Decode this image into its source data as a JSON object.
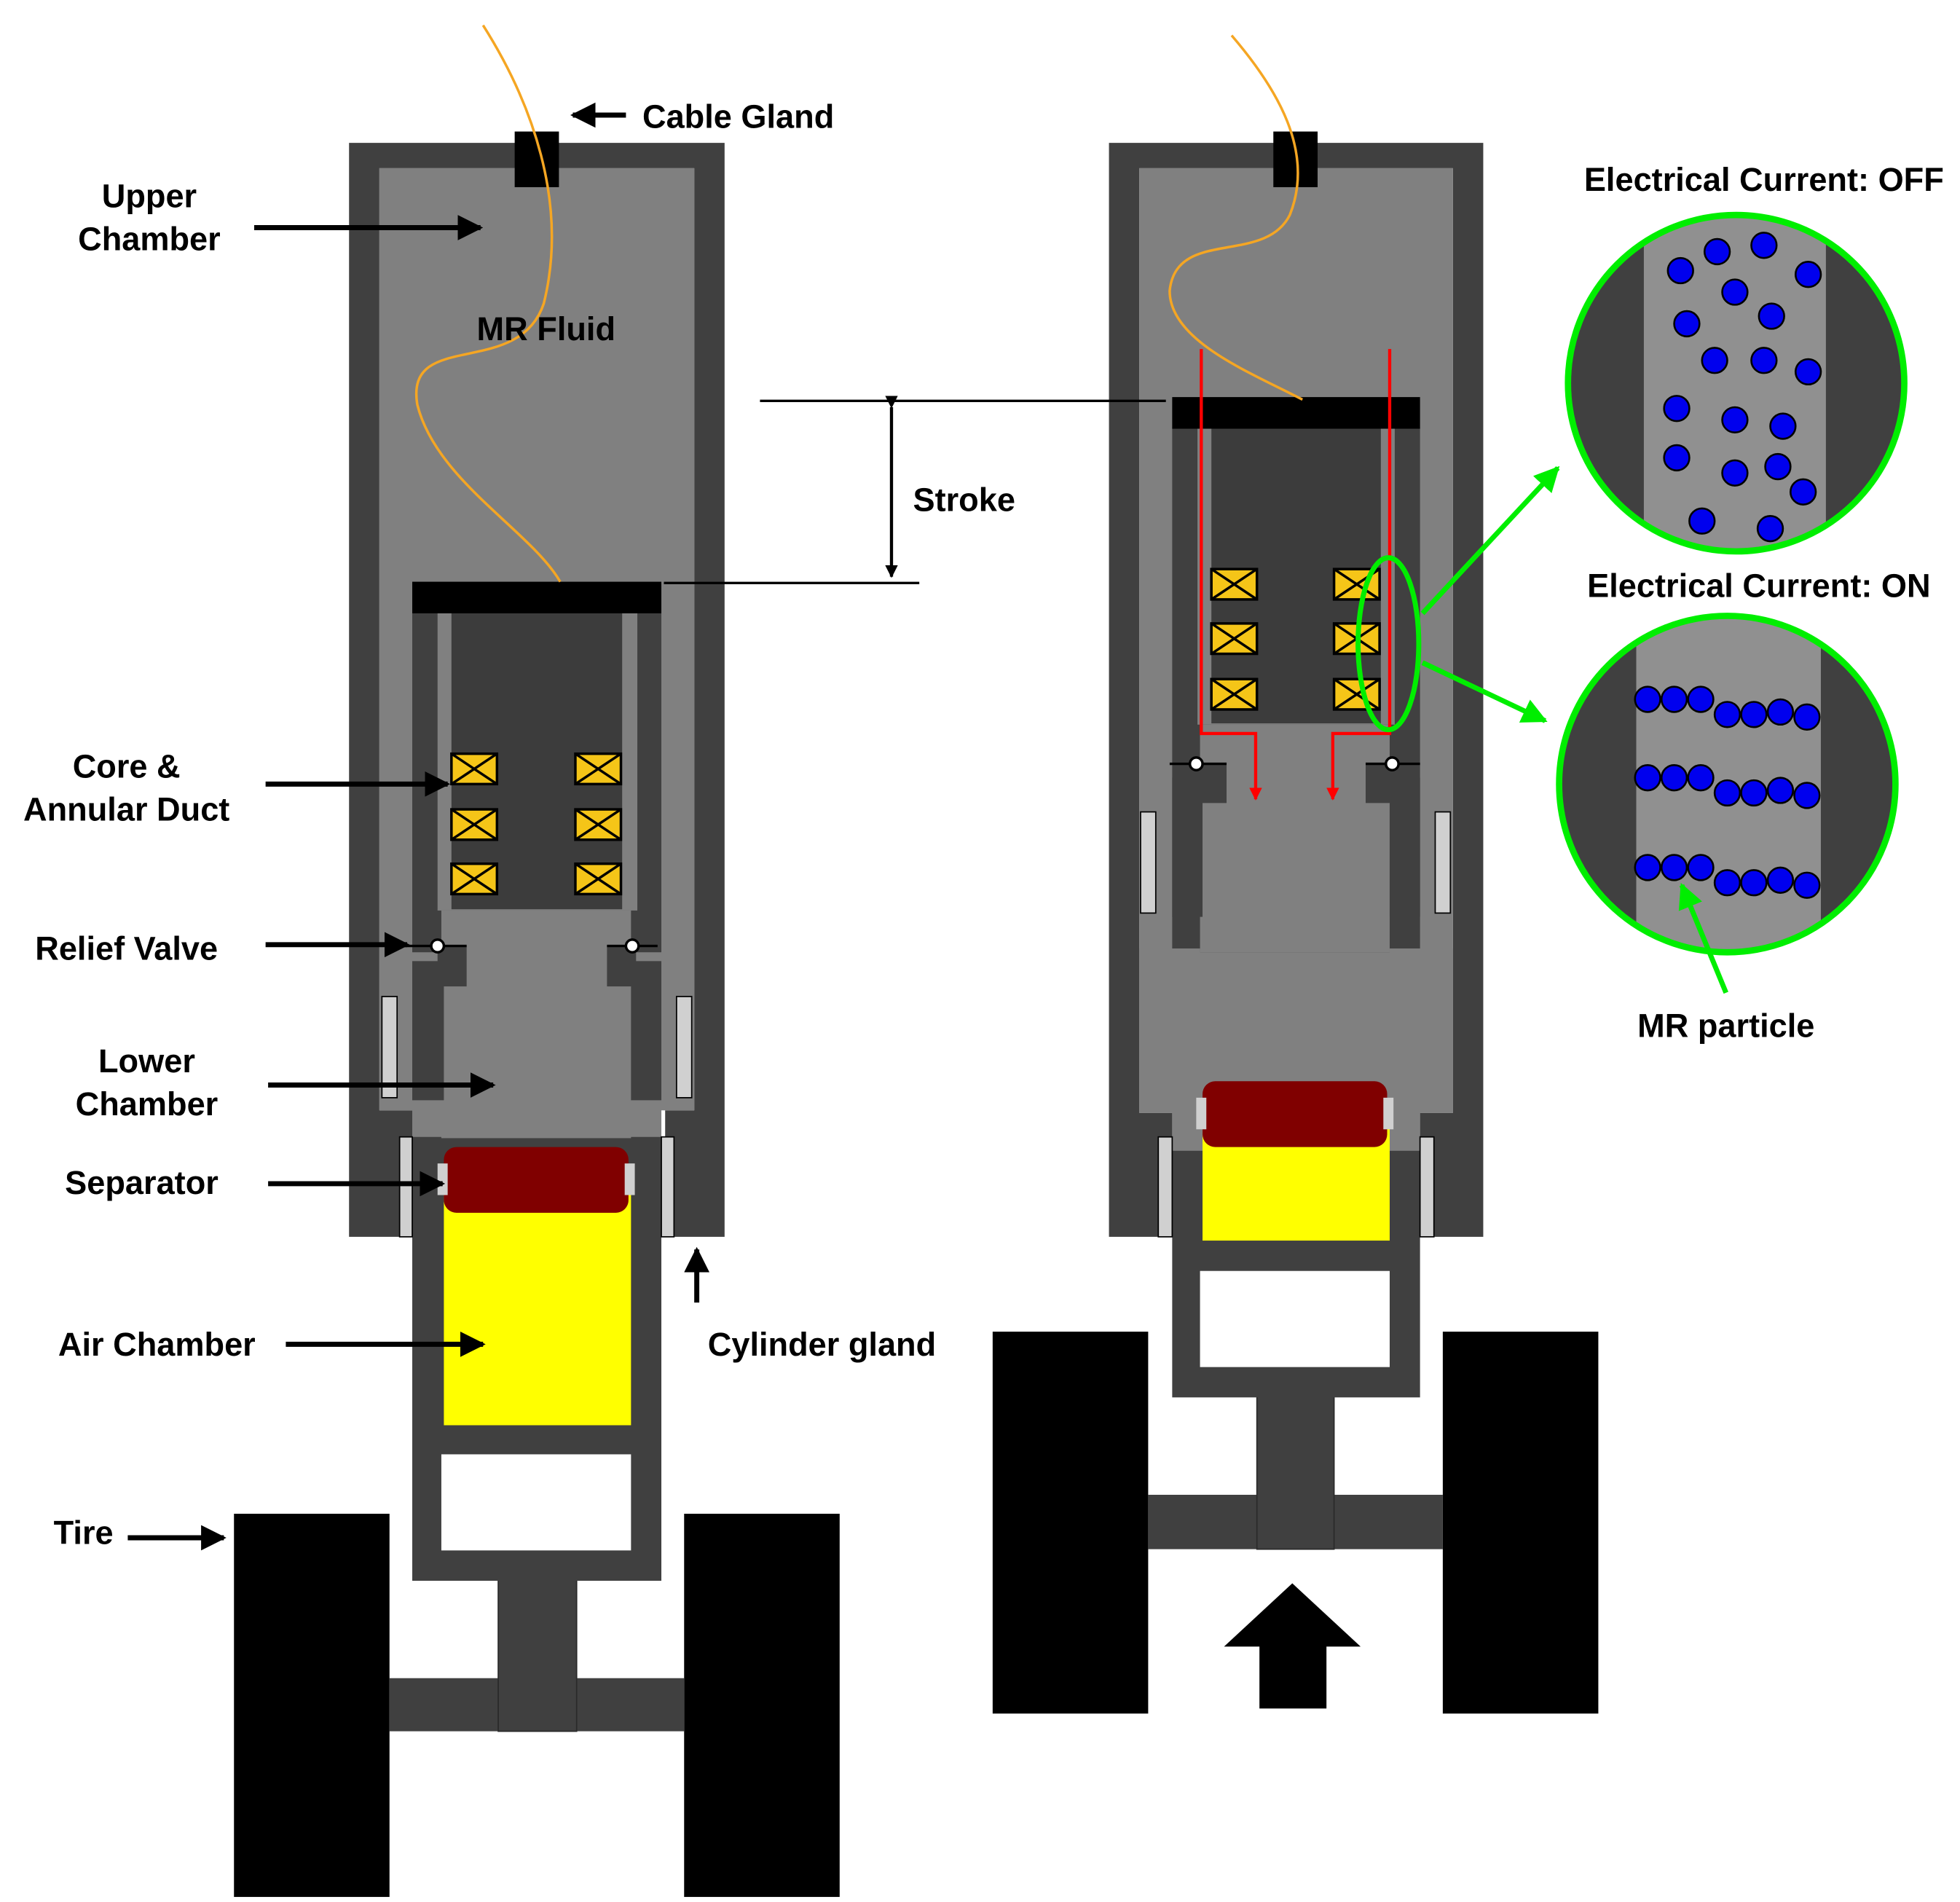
{
  "labels": {
    "cable_gland": "Cable Gland",
    "upper_chamber_1": "Upper",
    "upper_chamber_2": "Chamber",
    "mr_fluid": "MR Fluid",
    "stroke": "Stroke",
    "core_duct_1": "Core &",
    "core_duct_2": "Annular Duct",
    "relief_valve": "Relief Valve",
    "lower_chamber_1": "Lower",
    "lower_chamber_2": "Chamber",
    "separator": "Separator",
    "air_chamber": "Air Chamber",
    "cylinder_gland": "Cylinder gland",
    "tire": "Tire",
    "current_off": "Electrical Current: OFF",
    "current_on": "Electrical Current: ON",
    "mr_particle": "MR particle"
  },
  "colors": {
    "wall": "#404040",
    "fluid": "#808080",
    "core": "#3c3c3c",
    "piston_head": "#000000",
    "coil": "#f5c518",
    "separator": "#800000",
    "air": "#ffff00",
    "wire": "#f5a623",
    "current_path": "#ff0000",
    "magnifier": "#00ee00",
    "particle": "#0000ee",
    "tire": "#000000"
  },
  "icons": {
    "arrow": "arrow-right-icon",
    "compression": "up-arrow-icon"
  }
}
